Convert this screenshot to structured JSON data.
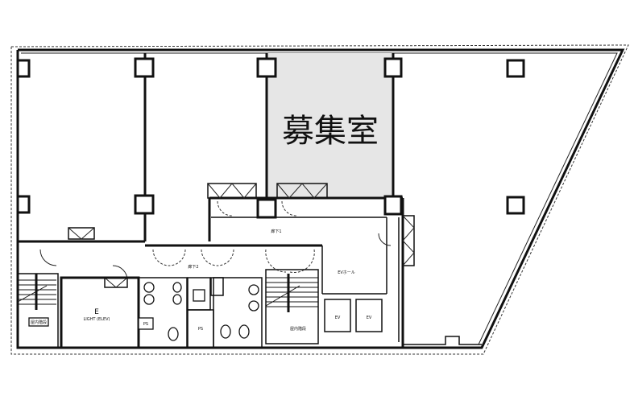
{
  "floor_plan": {
    "highlight_color": "#e6e6e6",
    "vacancy_label": "募集室",
    "rooms": {
      "corridor_1": "廊下1",
      "corridor_2": "廊下2",
      "ev_hall": "EVホール",
      "ev_1": "EV",
      "ev_2": "EV",
      "ps_1": "PS",
      "ps_2": "PS",
      "stairs_1": "屋内階段",
      "stairs_2": "屋内階段",
      "e_room": "E",
      "e_room_sub": "LIGHT (ELEV)"
    }
  }
}
